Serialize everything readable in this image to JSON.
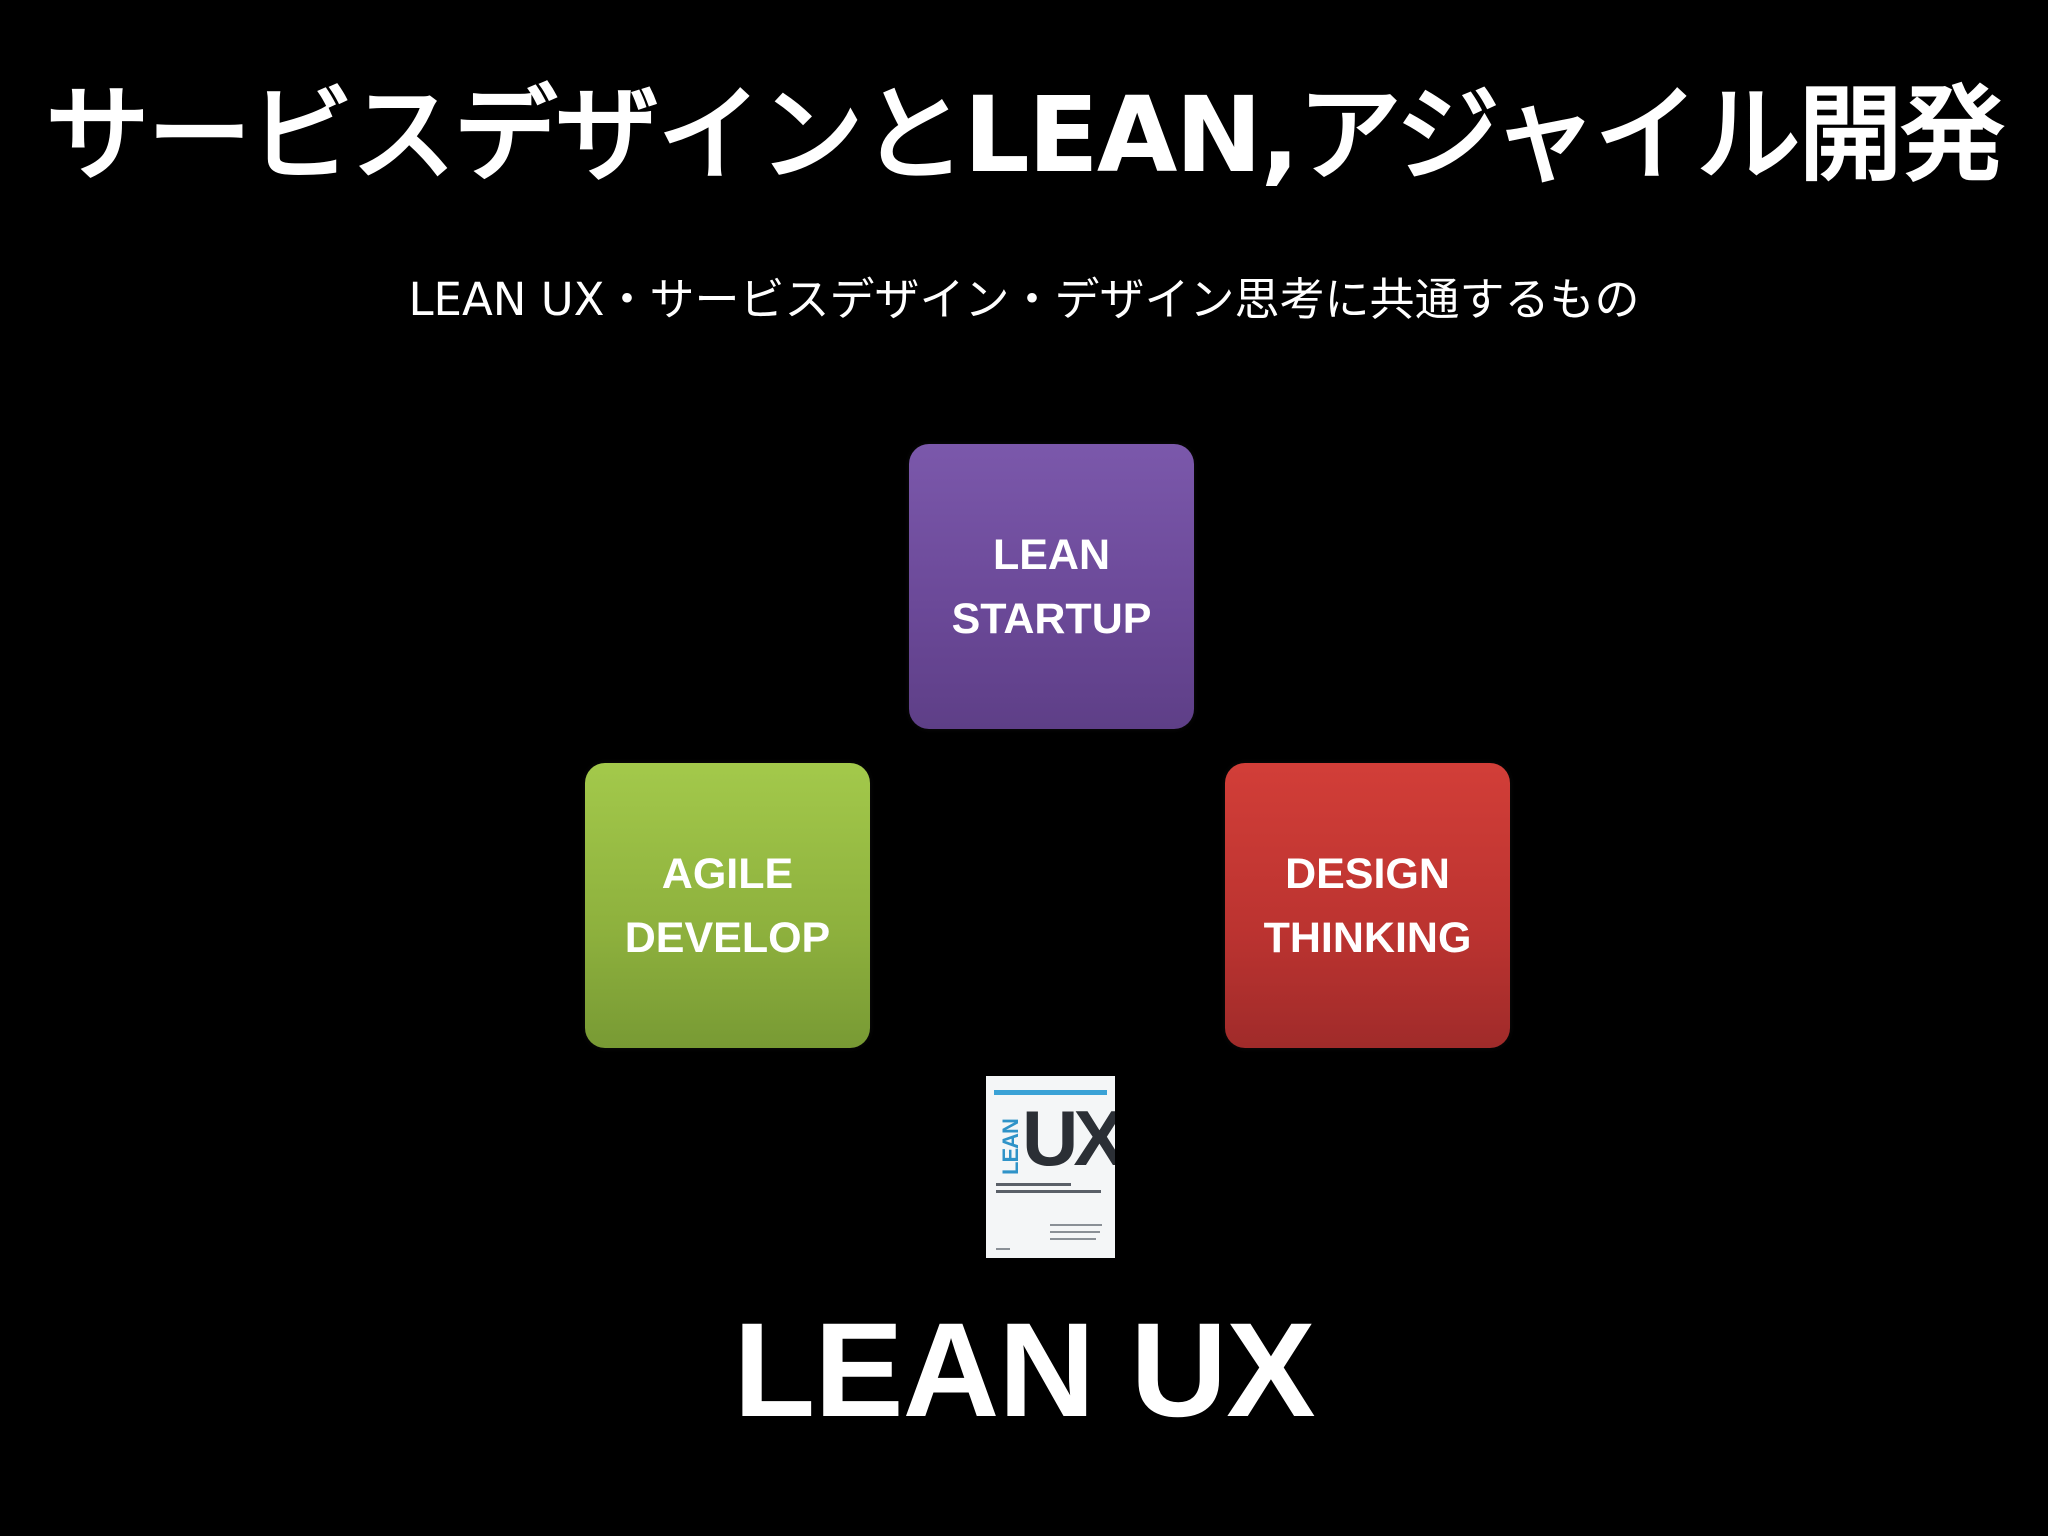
{
  "slide": {
    "title": "サービスデザインとLEAN,アジャイル開発",
    "subtitle": "LEAN UX・サービスデザイン・デザイン思考に共通するもの",
    "footer_label": "LEAN UX"
  },
  "diagram": {
    "nodes": [
      {
        "id": "lean-startup",
        "lines": [
          "LEAN",
          "STARTUP"
        ],
        "color": "#6f4c9c"
      },
      {
        "id": "agile-develop",
        "lines": [
          "AGILE",
          "DEVELOP"
        ],
        "color": "#8fb33f"
      },
      {
        "id": "design-thinking",
        "lines": [
          "DESIGN",
          "THINKING"
        ],
        "color": "#bd3431"
      }
    ]
  },
  "book": {
    "cover_title_vertical": "LEAN",
    "cover_title_main": "UX",
    "accent_color": "#3aa2d6"
  }
}
